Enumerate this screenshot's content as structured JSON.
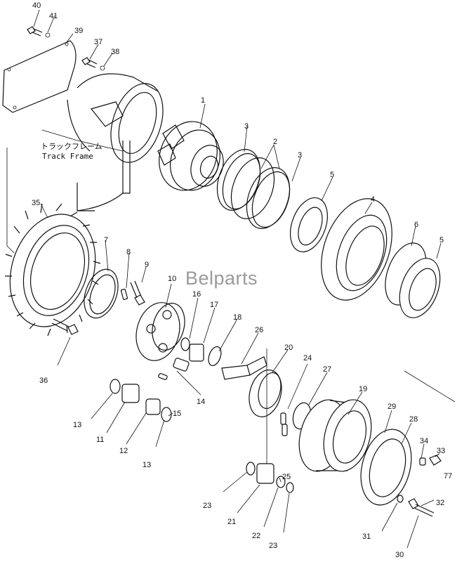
{
  "watermark": "Belparts",
  "frame_label": {
    "jp": "トラックフレーム",
    "en": "Track Frame"
  },
  "callouts": [
    {
      "id": "40",
      "text": "40"
    },
    {
      "id": "41",
      "text": "41"
    },
    {
      "id": "39",
      "text": "39"
    },
    {
      "id": "37",
      "text": "37"
    },
    {
      "id": "38",
      "text": "38"
    },
    {
      "id": "1",
      "text": "1"
    },
    {
      "id": "3a",
      "text": "3"
    },
    {
      "id": "2",
      "text": "2"
    },
    {
      "id": "3b",
      "text": "3"
    },
    {
      "id": "5a",
      "text": "5"
    },
    {
      "id": "4",
      "text": "4"
    },
    {
      "id": "6",
      "text": "6"
    },
    {
      "id": "5b",
      "text": "5"
    },
    {
      "id": "35",
      "text": "35"
    },
    {
      "id": "7",
      "text": "7"
    },
    {
      "id": "8",
      "text": "8"
    },
    {
      "id": "9",
      "text": "9"
    },
    {
      "id": "10",
      "text": "10"
    },
    {
      "id": "16",
      "text": "16"
    },
    {
      "id": "17",
      "text": "17"
    },
    {
      "id": "18",
      "text": "18"
    },
    {
      "id": "26",
      "text": "26"
    },
    {
      "id": "20",
      "text": "20"
    },
    {
      "id": "24",
      "text": "24"
    },
    {
      "id": "27",
      "text": "27"
    },
    {
      "id": "19",
      "text": "19"
    },
    {
      "id": "36",
      "text": "36"
    },
    {
      "id": "14",
      "text": "14"
    },
    {
      "id": "13a",
      "text": "13"
    },
    {
      "id": "11",
      "text": "11"
    },
    {
      "id": "12",
      "text": "12"
    },
    {
      "id": "15",
      "text": "15"
    },
    {
      "id": "13b",
      "text": "13"
    },
    {
      "id": "29",
      "text": "29"
    },
    {
      "id": "28",
      "text": "28"
    },
    {
      "id": "34",
      "text": "34"
    },
    {
      "id": "33",
      "text": "33"
    },
    {
      "id": "77",
      "text": "77"
    },
    {
      "id": "25",
      "text": "25"
    },
    {
      "id": "23a",
      "text": "23"
    },
    {
      "id": "21",
      "text": "21"
    },
    {
      "id": "22",
      "text": "22"
    },
    {
      "id": "23b",
      "text": "23"
    },
    {
      "id": "32",
      "text": "32"
    },
    {
      "id": "31",
      "text": "31"
    },
    {
      "id": "30",
      "text": "30"
    }
  ]
}
